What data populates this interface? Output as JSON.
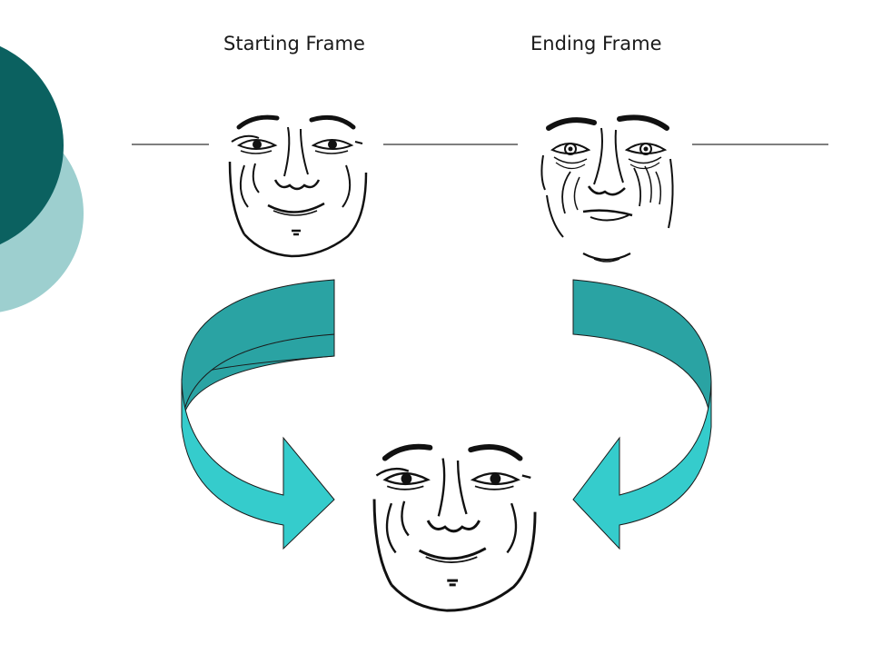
{
  "slide": {
    "labels": {
      "start": "Starting Frame",
      "end": "Ending Frame"
    },
    "colors": {
      "circle_dark": "#0b6160",
      "circle_light": "#9dcfcf",
      "arrow_top": "#2aa3a3",
      "arrow_bottom": "#35cccc",
      "ink": "#111111"
    },
    "icons": {
      "start_face": "young-face-sketch",
      "end_face": "old-face-sketch",
      "result_face": "morph-face-sketch",
      "left_arrow": "curved-arrow-down-right",
      "right_arrow": "curved-arrow-down-left"
    }
  }
}
